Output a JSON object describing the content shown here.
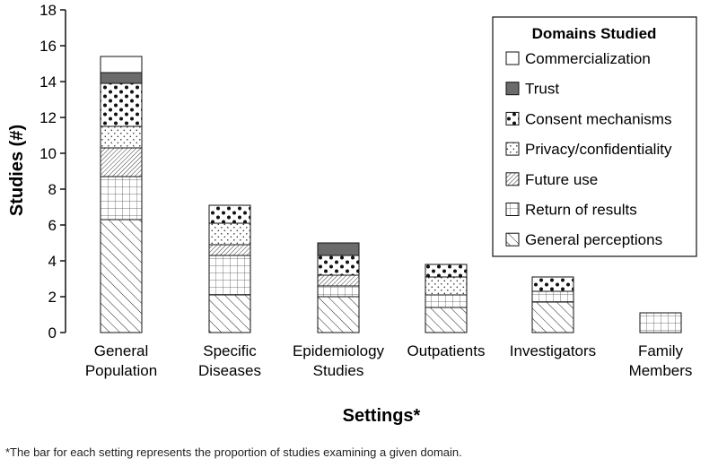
{
  "chart_data": {
    "type": "bar",
    "stacked": true,
    "xlabel": "Settings*",
    "ylabel": "Studies (#)",
    "ylim": [
      0,
      18
    ],
    "yticks": [
      0,
      2,
      4,
      6,
      8,
      10,
      12,
      14,
      16,
      18
    ],
    "categories": [
      [
        "General",
        "Population"
      ],
      [
        "Specific",
        "Diseases"
      ],
      [
        "Epidemiology",
        "Studies"
      ],
      [
        "Outpatients"
      ],
      [
        "Investigators"
      ],
      [
        "Family",
        "Members"
      ]
    ],
    "legend_title": "Domains Studied",
    "legend_position": "top-right",
    "series": [
      {
        "name": "General perceptions",
        "pattern": "diag-wide",
        "values": [
          6.3,
          2.1,
          2.0,
          1.4,
          1.7,
          0
        ]
      },
      {
        "name": "Return of results",
        "pattern": "grid",
        "values": [
          2.4,
          2.2,
          0.6,
          0.7,
          0.6,
          1.1
        ]
      },
      {
        "name": "Future use",
        "pattern": "diag-dense",
        "values": [
          1.6,
          0.6,
          0.6,
          0.0,
          0.0,
          0
        ]
      },
      {
        "name": "Privacy/confidentiality",
        "pattern": "dots-small",
        "values": [
          1.2,
          1.2,
          0.0,
          1.0,
          0.0,
          0
        ]
      },
      {
        "name": "Consent mechanisms",
        "pattern": "dots-large",
        "values": [
          2.4,
          1.0,
          1.1,
          0.7,
          0.8,
          0
        ]
      },
      {
        "name": "Trust",
        "pattern": "solid-gray",
        "values": [
          0.6,
          0.0,
          0.7,
          0.0,
          0.0,
          0
        ]
      },
      {
        "name": "Commercialization",
        "pattern": "white",
        "values": [
          0.9,
          0.0,
          0.0,
          0.0,
          0.0,
          0
        ]
      }
    ],
    "legend_order": [
      6,
      5,
      4,
      3,
      2,
      1,
      0
    ]
  },
  "footnote": "*The bar for each setting represents the proportion of studies examining a given domain."
}
